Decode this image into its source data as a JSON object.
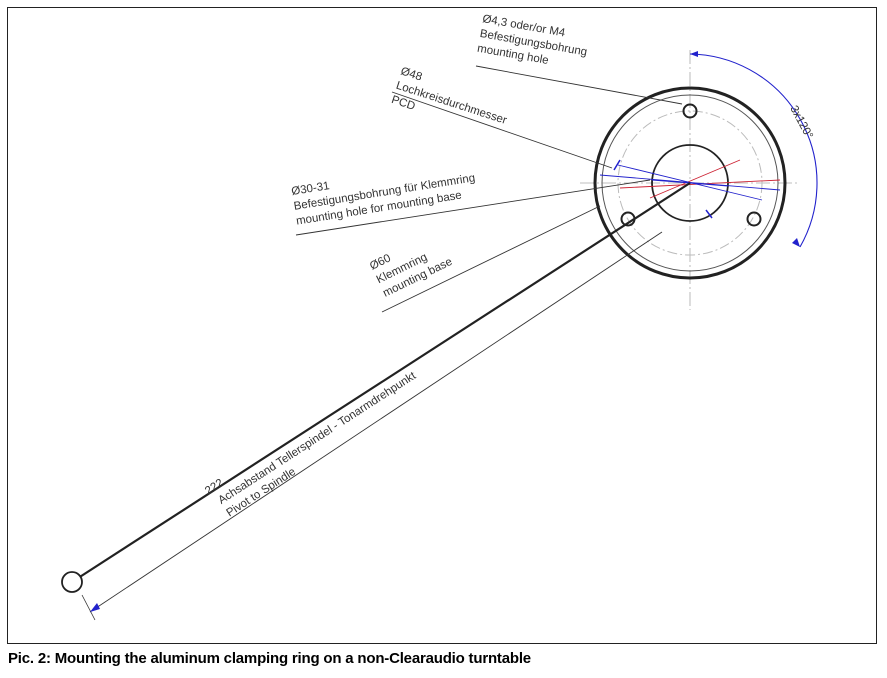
{
  "caption": {
    "prefix": "Pic. 2:",
    "text": " Mounting the aluminum clamping ring on a non-Clearaudio turntable"
  },
  "labels": {
    "mounting_hole": [
      "Ø4,3 oder/or M4",
      "Befestigungsbohrung",
      "mounting hole"
    ],
    "pcd": [
      "Ø48",
      "Lochkreisdurchmesser",
      "PCD"
    ],
    "base_hole": [
      "Ø30-31",
      "Befestigungsbohrung für Klemmring",
      "mounting hole for mounting base"
    ],
    "clamping_ring": [
      "Ø60",
      "Klemmring",
      "mounting base"
    ],
    "pivot": [
      "222",
      "Achsabstand Tellerspindel - Tonarmdrehpunkt",
      "Pivot to Spindle"
    ],
    "angle": "3x120°"
  },
  "colors": {
    "line": "#222222",
    "blue": "#2222cc",
    "red": "#cc2233",
    "gray": "#999999"
  }
}
